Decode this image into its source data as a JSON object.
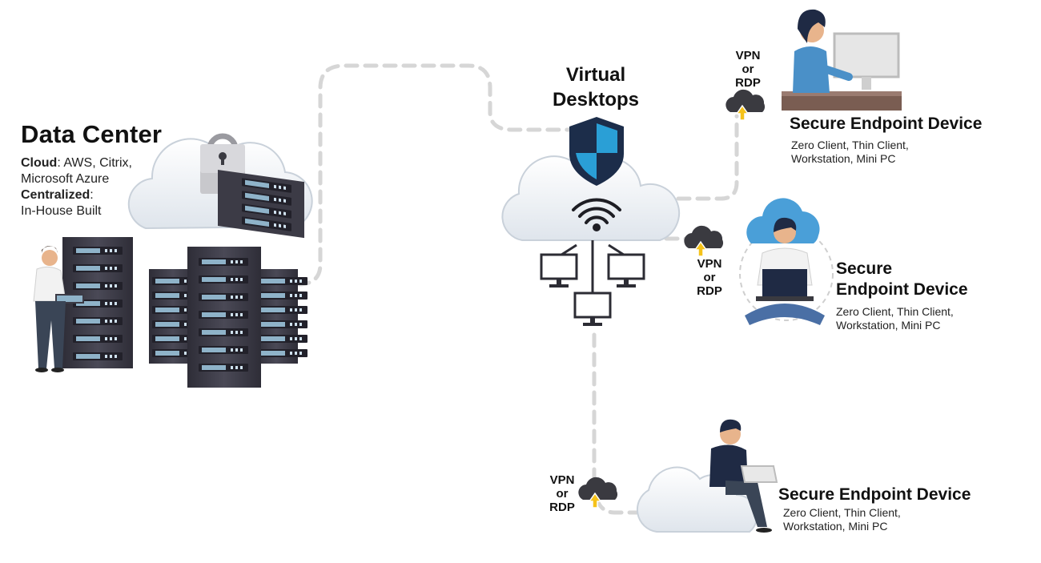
{
  "data_center": {
    "title": "Data Center",
    "cloud_label": "Cloud",
    "cloud_value": ": AWS, Citrix,",
    "cloud_value_line2": "Microsoft Azure",
    "centralized_label": "Centralized",
    "centralized_value": ":",
    "centralized_value_line2": "In-House Built"
  },
  "virtual_desktops": {
    "title_line1": "Virtual",
    "title_line2": "Desktops"
  },
  "connections": [
    {
      "line1": "VPN",
      "line2": "or",
      "line3": "RDP"
    },
    {
      "line1": "VPN",
      "line2": "or",
      "line3": "RDP"
    },
    {
      "line1": "VPN",
      "line2": "or",
      "line3": "RDP"
    }
  ],
  "endpoints": [
    {
      "title": "Secure Endpoint Device",
      "desc_line1": "Zero Client, Thin Client,",
      "desc_line2": "Workstation, Mini PC"
    },
    {
      "title_line1": "Secure",
      "title_line2": "Endpoint Device",
      "desc_line1": "Zero Client, Thin Client,",
      "desc_line2": "Workstation, Mini PC"
    },
    {
      "title": "Secure Endpoint Device",
      "desc_line1": "Zero Client, Thin Client,",
      "desc_line2": "Workstation, Mini PC"
    }
  ],
  "colors": {
    "connector": "#d6d6d6",
    "server_dark": "#3c3b46",
    "server_panel": "#8fb3c9",
    "cloud": "#eef2f6",
    "shield_blue": "#2a9fd6",
    "shield_dark": "#1c2d4a",
    "person_blue": "#4a90c8",
    "upload_yellow": "#f5c21a"
  }
}
